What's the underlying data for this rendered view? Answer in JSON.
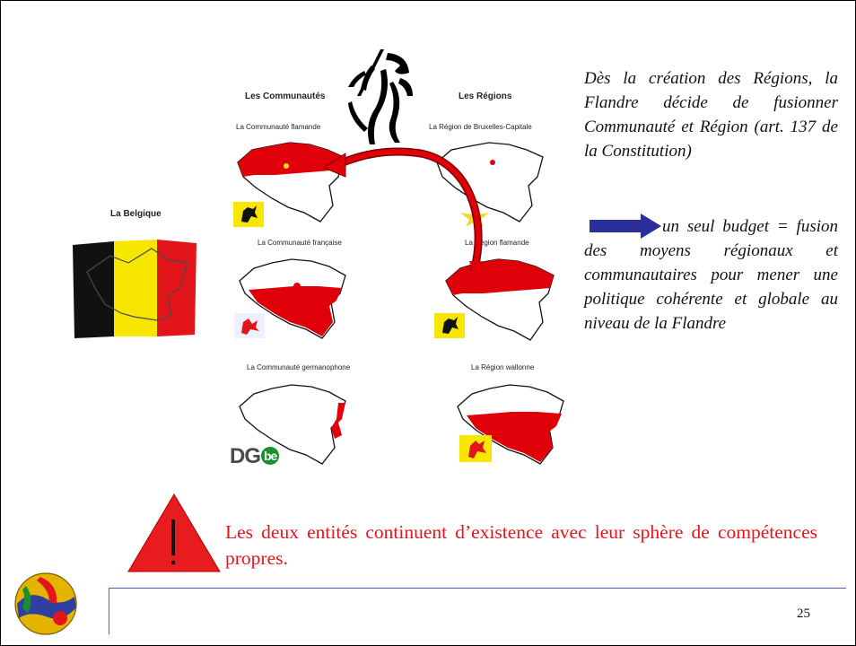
{
  "diagram": {
    "col_communities": "Les Communautés",
    "col_regions": "Les Régions",
    "belgium_label": "La Belgique",
    "comm_flemish": "La Communauté flamande",
    "comm_french": "La Communauté française",
    "comm_german": "La Communauté germanophone",
    "reg_brussels": "La Région de Bruxelles-Capitale",
    "reg_flemish": "La Région flamande",
    "reg_walloon": "La Région wallonne",
    "dg_logo_text": "DG",
    "dg_logo_suffix": "be",
    "colors": {
      "map_red": "#e0000a",
      "flag_black": "#111111",
      "flag_yellow": "#f6e600",
      "flag_red": "#e2151b",
      "arrow_blue": "#2b2f9c"
    }
  },
  "text": {
    "para1": "Dès la création des Régions, la Flandre décide de fusionner Communauté et Région (art. 137 de la Constitution)",
    "para2": "un seul budget = fusion des moyens régionaux et communautaires pour mener une politique cohérente et globale au niveau de la Flandre"
  },
  "warning": {
    "text": "Les deux entités continuent d’existence avec leur sphère de compétences propres.",
    "mark": "!"
  },
  "footer": {
    "page_number": "25"
  }
}
